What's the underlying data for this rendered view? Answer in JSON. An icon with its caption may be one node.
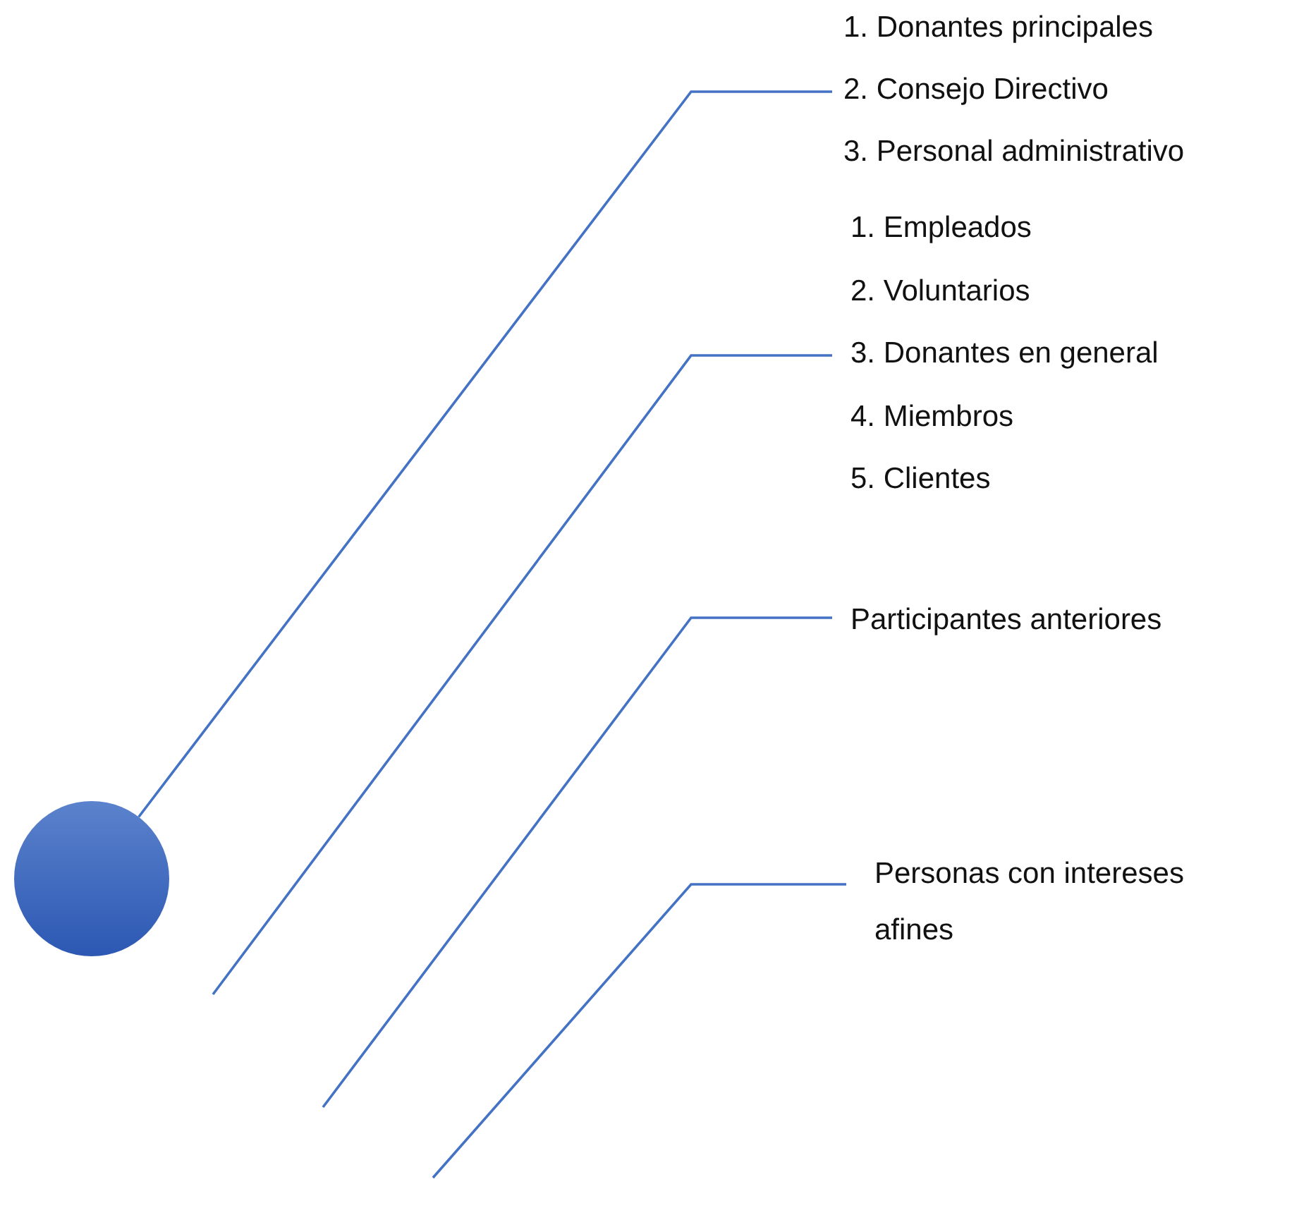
{
  "diagram": {
    "nodes": [
      {
        "text": [],
        "shape": "circle"
      },
      {
        "text": [
          "1. Donantes principales",
          "2. Consejo Directivo",
          "3. Personal administrativo"
        ]
      },
      {
        "text": [
          "1. Empleados",
          "2. Voluntarios",
          "3. Donantes en general",
          "4. Miembros",
          "5. Clientes"
        ]
      },
      {
        "text": [
          "Participantes anteriores"
        ]
      },
      {
        "text": [
          "Personas con intereses afines"
        ]
      }
    ],
    "edges": [
      {
        "from": 1,
        "to": 0,
        "arrow": "none"
      },
      {
        "from": 2,
        "to": null,
        "arrow": "none"
      },
      {
        "from": 3,
        "to": null,
        "arrow": "none"
      },
      {
        "from": 4,
        "to": null,
        "arrow": "none"
      }
    ]
  }
}
